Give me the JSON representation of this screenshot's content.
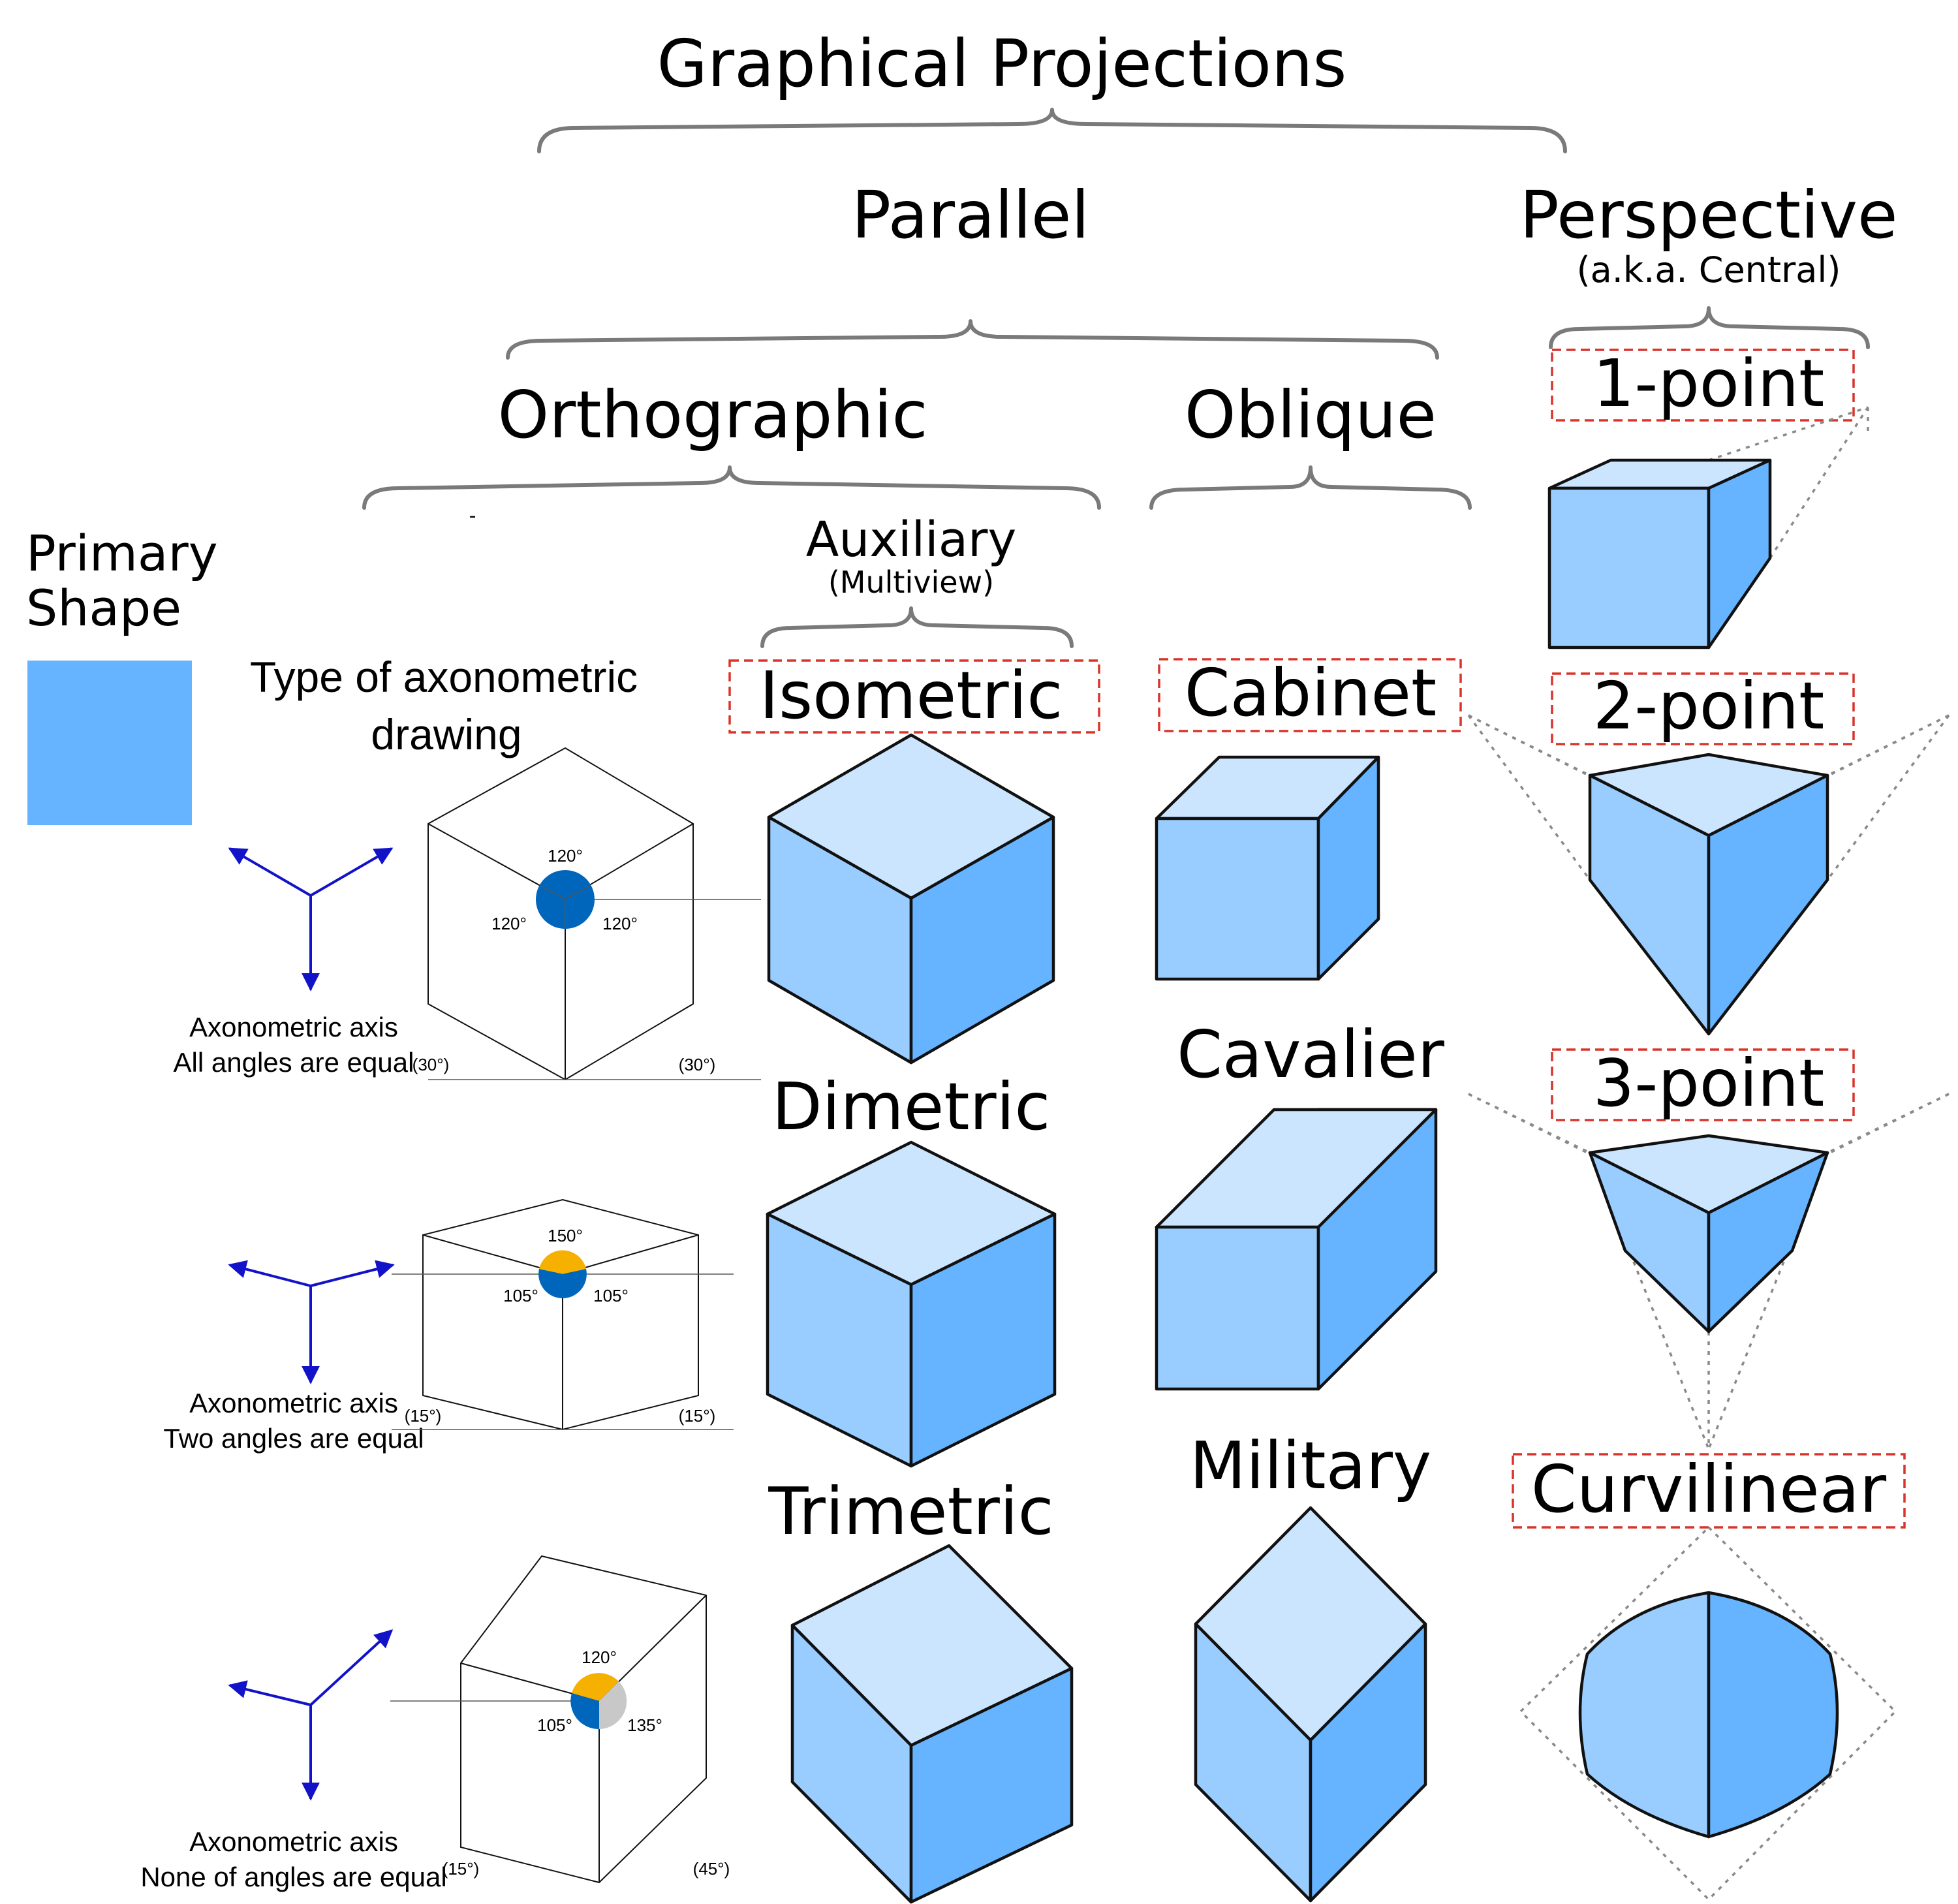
{
  "title": "Graphical Projections",
  "parallel": {
    "label": "Parallel",
    "orthographic": {
      "label": "Orthographic",
      "dash": "-"
    },
    "oblique": {
      "label": "Oblique"
    }
  },
  "perspective": {
    "label": "Perspective",
    "aka": "(a.k.a. Central)"
  },
  "primary_shape": {
    "line1": "Primary",
    "line2": "Shape",
    "color": "#66b3ff"
  },
  "axonometric_type": {
    "line1": "Type of axonometric",
    "line2": "drawing"
  },
  "auxiliary": {
    "label": "Auxiliary",
    "sub": "(Multiview)"
  },
  "projections": {
    "isometric": "Isometric",
    "dimetric": "Dimetric",
    "trimetric": "Trimetric",
    "cabinet": "Cabinet",
    "cavalier": "Cavalier",
    "military": "Military",
    "one_point": "1-point",
    "two_point": "2-point",
    "three_point": "3-point",
    "curvilinear": "Curvilinear"
  },
  "axon_examples": [
    {
      "axis_label": "Axonometric axis",
      "caption": "All angles are equal",
      "angles": [
        "120°",
        "120°",
        "120°"
      ],
      "base_angles": [
        "(30°)",
        "(30°)"
      ]
    },
    {
      "axis_label": "Axonometric axis",
      "caption": "Two angles are equal",
      "angles": [
        "150°",
        "105°",
        "105°"
      ],
      "base_angles": [
        "(15°)",
        "(15°)"
      ]
    },
    {
      "axis_label": "Axonometric axis",
      "caption": "None of angles are equal",
      "angles": [
        "120°",
        "105°",
        "135°"
      ],
      "base_angles": [
        "(15°)",
        "(45°)"
      ]
    }
  ],
  "colors": {
    "face_top": "#cce5ff",
    "face_left": "#99ccff",
    "face_right": "#66b3ff",
    "angle_blue": "#0066bb",
    "angle_yellow": "#f5b000",
    "angle_gray": "#c8c8c8",
    "axis_arrow": "#1212c8",
    "dashed_box": "#d9342b",
    "brace": "#7a7a7a"
  }
}
